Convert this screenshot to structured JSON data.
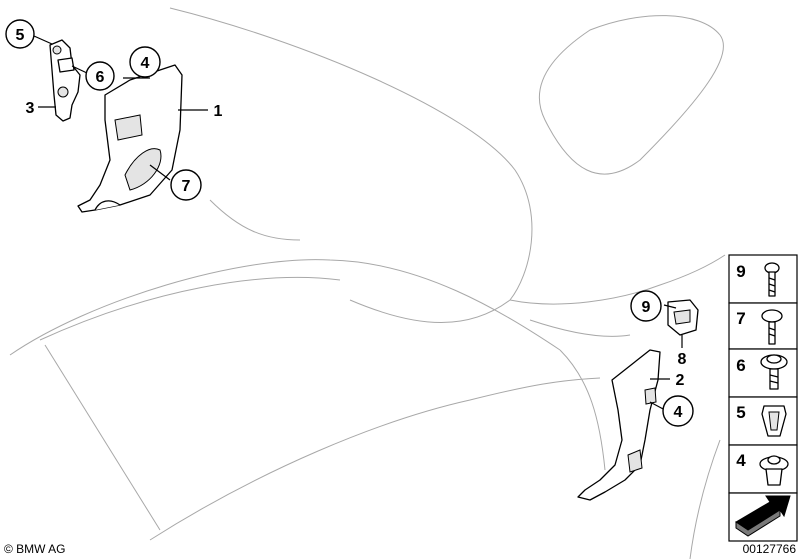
{
  "callouts": {
    "top_left": [
      {
        "num": "5"
      },
      {
        "num": "6"
      },
      {
        "num": "3"
      },
      {
        "num": "4"
      },
      {
        "num": "1"
      },
      {
        "num": "7"
      }
    ],
    "right": [
      {
        "num": "9"
      },
      {
        "num": "8"
      },
      {
        "num": "2"
      },
      {
        "num": "4"
      }
    ]
  },
  "fastener_legend": [
    {
      "num": "9",
      "icon": "screw-icon"
    },
    {
      "num": "7",
      "icon": "flat-head-screw-icon"
    },
    {
      "num": "6",
      "icon": "collar-screw-icon"
    },
    {
      "num": "5",
      "icon": "clip-nut-icon"
    },
    {
      "num": "4",
      "icon": "expanding-rivet-icon"
    }
  ],
  "direction_icon": "arrow-icon",
  "footer": {
    "copyright": "© BMW AG",
    "diagram_number": "00127766"
  }
}
